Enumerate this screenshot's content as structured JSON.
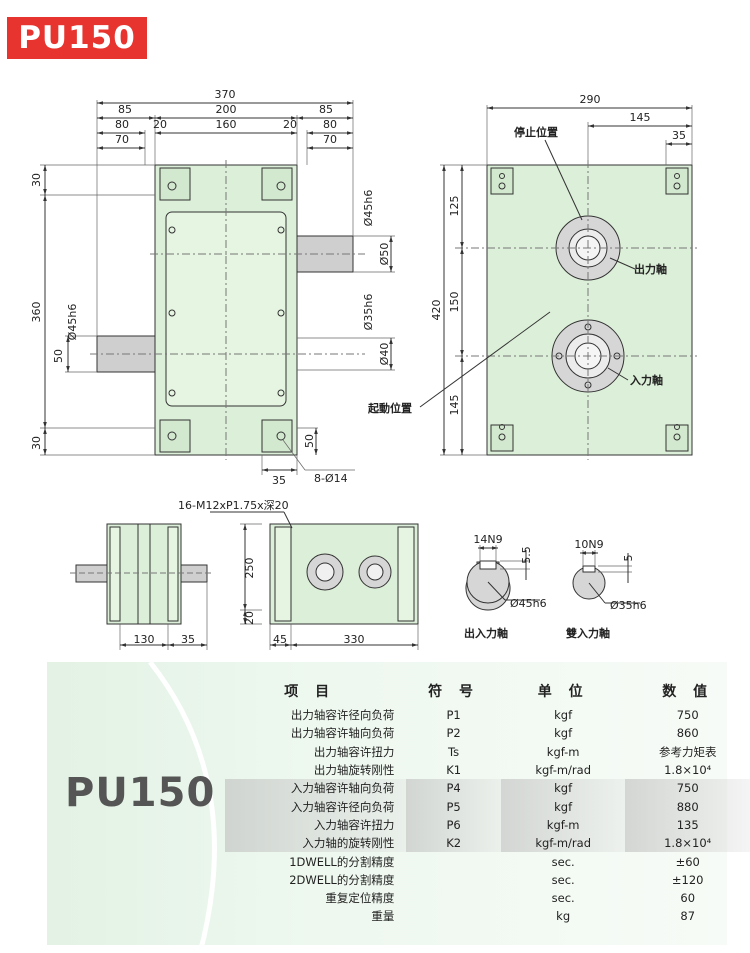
{
  "badge": "PU150",
  "drawing": {
    "front_dims": {
      "d370": "370",
      "d85a": "85",
      "d200": "200",
      "d85b": "85",
      "d80a": "80",
      "d20a": "20",
      "d160": "160",
      "d20b": "20",
      "d80b": "80",
      "d70a": "70",
      "d70b": "70",
      "d30a": "30",
      "d360": "360",
      "d30b": "30",
      "d50l": "50",
      "d45h6l": "Ø45h6",
      "d50r": "Ø50",
      "d45h6r": "Ø45h6",
      "d35h6r": "Ø35h6",
      "d40r": "Ø40",
      "d50b": "50",
      "d35b": "35",
      "hole": "8-Ø14"
    },
    "side_dims": {
      "d290": "290",
      "d145": "145",
      "d35": "35",
      "d420": "420",
      "d125": "125",
      "d150": "150",
      "d145b": "145"
    },
    "side_labels": {
      "stop": "停止位置",
      "start": "起動位置",
      "out": "出力軸",
      "in": "入力軸"
    },
    "bottom": {
      "thread": "16-M12xP1.75x深20",
      "d130": "130",
      "d35": "35",
      "d250": "250",
      "d20": "20",
      "d45": "45",
      "d330": "330",
      "key1": "14N9",
      "key1depth": "5.5",
      "shaft1": "Ø45h6",
      "cap1": "出入力軸",
      "key2": "10N9",
      "key2depth": "5",
      "shaft2": "Ø35h6",
      "cap2": "雙入力軸"
    }
  },
  "table": {
    "title": "PU150",
    "headers": [
      "项  目",
      "符 号",
      "单 位",
      "数 值"
    ],
    "rows": [
      {
        "item": "出力轴容许径向负荷",
        "sym": "P1",
        "unit": "kgf",
        "val": "750"
      },
      {
        "item": "出力轴容许轴向负荷",
        "sym": "P2",
        "unit": "kgf",
        "val": "860"
      },
      {
        "item": "出力轴容许扭力",
        "sym": "Ts",
        "unit": "kgf-m",
        "val": "参考力矩表"
      },
      {
        "item": "出力轴旋转刚性",
        "sym": "K1",
        "unit": "kgf-m/rad",
        "val": "1.8×10⁴"
      },
      {
        "item": "入力轴容许轴向负荷",
        "sym": "P4",
        "unit": "kgf",
        "val": "750"
      },
      {
        "item": "入力轴容许径向负荷",
        "sym": "P5",
        "unit": "kgf",
        "val": "880"
      },
      {
        "item": "入力轴容许扭力",
        "sym": "P6",
        "unit": "kgf-m",
        "val": "135"
      },
      {
        "item": "入力轴的旋转刚性",
        "sym": "K2",
        "unit": "kgf-m/rad",
        "val": "1.8×10⁴"
      },
      {
        "item": "1DWELL的分割精度",
        "sym": "",
        "unit": "sec.",
        "val": "±60"
      },
      {
        "item": "2DWELL的分割精度",
        "sym": "",
        "unit": "sec.",
        "val": "±120"
      },
      {
        "item": "重复定位精度",
        "sym": "",
        "unit": "sec.",
        "val": "60"
      },
      {
        "item": "重量",
        "sym": "",
        "unit": "kg",
        "val": "87"
      }
    ]
  }
}
